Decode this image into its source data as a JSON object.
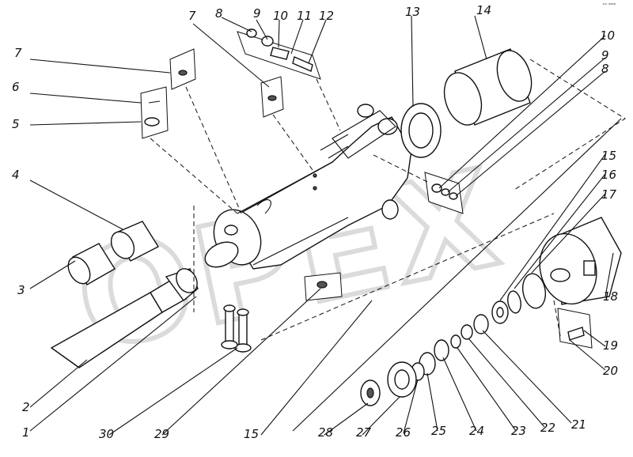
{
  "watermark": "OPEX",
  "corner_mark": "ᵖᵒ ʷʷʷ",
  "labels": [
    "1",
    "2",
    "3",
    "4",
    "5",
    "6",
    "7",
    "8",
    "9",
    "10",
    "11",
    "12",
    "13",
    "14",
    "15",
    "16",
    "17",
    "18",
    "19",
    "20",
    "21",
    "22",
    "23",
    "24",
    "25",
    "26",
    "27",
    "28",
    "29",
    "30"
  ],
  "callouts": {
    "l7a": "7",
    "l6": "6",
    "l5": "5",
    "l4": "4",
    "l3": "3",
    "l2": "2",
    "l1": "1",
    "l7b": "7",
    "l8a": "8",
    "l9a": "9",
    "l10a": "10",
    "l11": "11",
    "l12": "12",
    "l13": "13",
    "l14": "14",
    "l10b": "10",
    "l9b": "9",
    "l8b": "8",
    "l15a": "15",
    "l16": "16",
    "l17": "17",
    "l18": "18",
    "l19": "19",
    "l20": "20",
    "l21": "21",
    "l22": "22",
    "l23": "23",
    "l24": "24",
    "l25": "25",
    "l26": "26",
    "l27": "27",
    "l28": "28",
    "l15b": "15",
    "l29": "29",
    "l30": "30"
  }
}
